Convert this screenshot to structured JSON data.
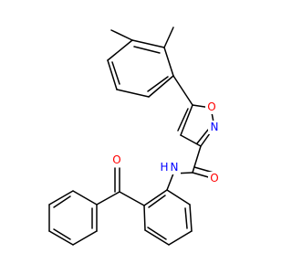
{
  "structure": {
    "colors": {
      "bond": "#000000",
      "oxygen": "#ff0000",
      "nitrogen": "#0000ff"
    },
    "atom_labels": {
      "ring_oxygen": "O",
      "ring_nitrogen": "N",
      "amide_nitrogen": "N",
      "amide_hydrogen": "H",
      "amide_oxygen": "O",
      "ketone_oxygen": "O"
    }
  }
}
